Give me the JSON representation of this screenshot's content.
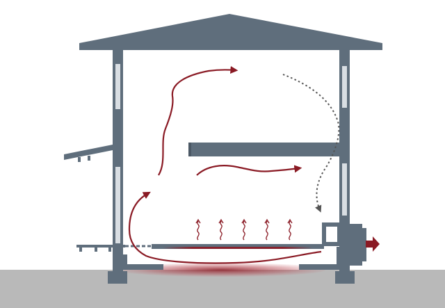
{
  "colors": {
    "structure": "#5f6e7c",
    "ground": "#b9b9b9",
    "wall_glass": "#d9dee3",
    "airflow_warm": "#8a1a24",
    "airflow_return": "#555555",
    "background": "#ffffff"
  },
  "elements": {
    "roof": "roof",
    "ground": "ground",
    "walls": [
      "left-wall",
      "right-wall"
    ],
    "floor_slab": "floor-slab",
    "mezzanine": "mezzanine-floor",
    "exterior_unit": "exterior-exhaust-unit",
    "exhaust_arrow": "exhaust-arrow-icon",
    "heat_wave_count": 5
  }
}
